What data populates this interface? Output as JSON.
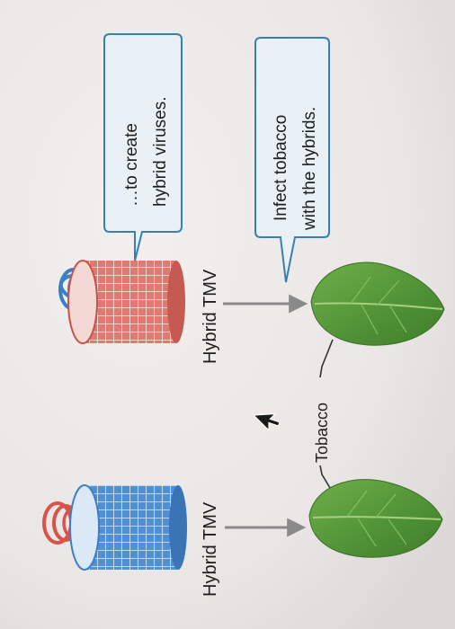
{
  "labels": {
    "hybrid_left": "Hybrid TMV",
    "hybrid_right": "Hybrid TMV",
    "tobacco": "Tobacco"
  },
  "callouts": {
    "top": {
      "line1": "…to create",
      "line2": "hybrid viruses."
    },
    "bottom": {
      "line1": "Infect tobacco",
      "line2": "with the hybrids."
    }
  },
  "colors": {
    "background": "#ece9e8",
    "red_virus": "#d9534a",
    "blue_virus": "#3c7fc6",
    "leaf": "#5a9c3c",
    "callout_fill": "#eaf1f6",
    "callout_stroke": "#3a7fb4",
    "arrow": "#8a8a8a"
  },
  "icons": {
    "coil": "rna-coil-icon",
    "capsid": "capsid-cylinder-icon",
    "leaf": "tobacco-leaf-icon",
    "cursor": "mouse-cursor-icon"
  }
}
